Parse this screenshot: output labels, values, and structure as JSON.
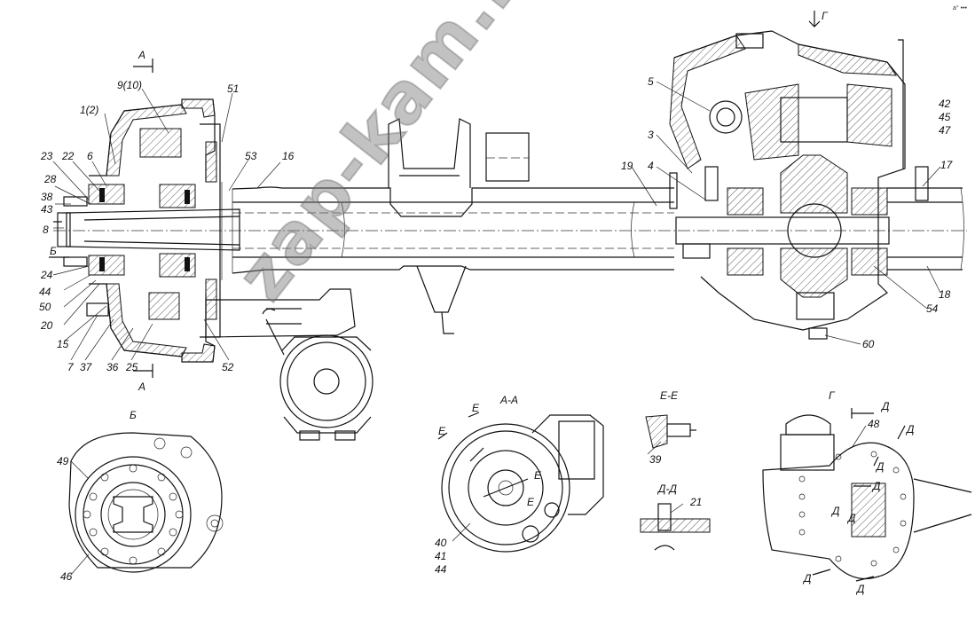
{
  "drawing": {
    "corner_mark": "a° •••",
    "watermark": "zap-kam.ru",
    "section_views": {
      "aa": "А-А",
      "ee": "Е-Е",
      "dd": "Д-Д",
      "b": "Б",
      "g": "Г"
    },
    "cut_marks": {
      "a": "А",
      "b": "Б",
      "g": "Г",
      "e": "Е",
      "d": "Д"
    },
    "callouts": [
      "1(2)",
      "9(10)",
      "51",
      "53",
      "16",
      "23",
      "22",
      "6",
      "28",
      "38",
      "43",
      "8",
      "24",
      "44",
      "50",
      "20",
      "15",
      "7",
      "37",
      "36",
      "25",
      "52",
      "5",
      "3",
      "19",
      "4",
      "42",
      "45",
      "47",
      "17",
      "18",
      "54",
      "60",
      "49",
      "46",
      "40",
      "41",
      "44",
      "39",
      "21",
      "48"
    ]
  }
}
